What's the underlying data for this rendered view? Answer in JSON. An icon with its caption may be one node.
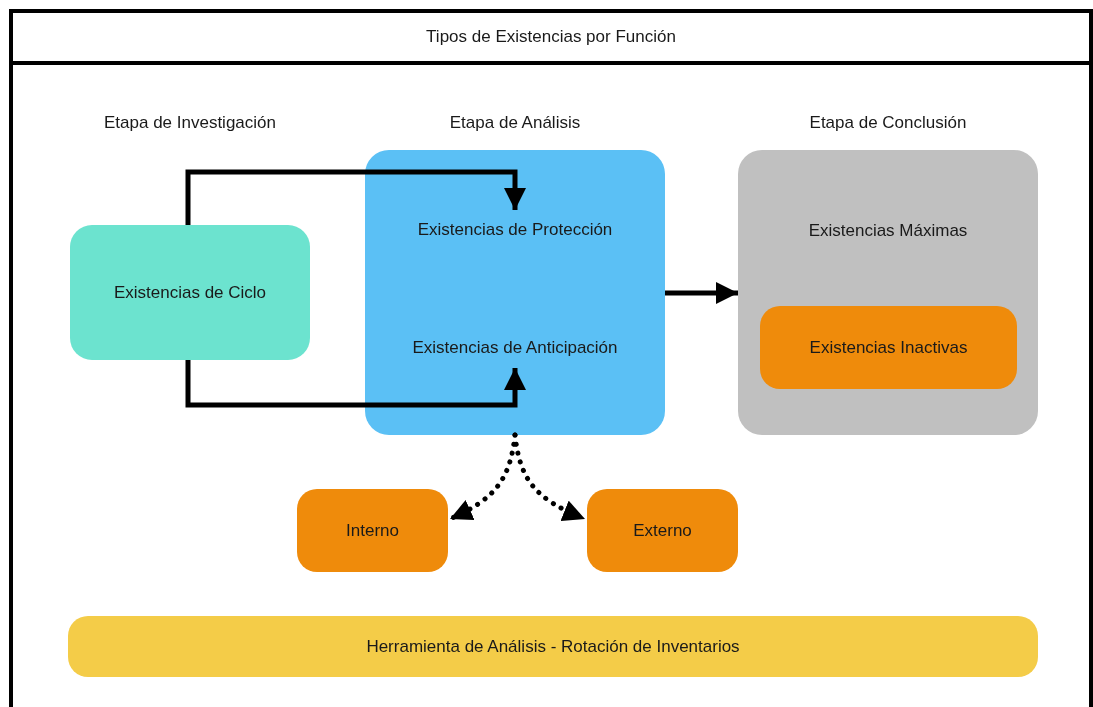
{
  "diagram": {
    "title": "Tipos de Existencias por Función",
    "nodes": [
      {
        "text": [
          "Existencias de Ciclo"
        ]
      },
      {
        "text": [],
        "shape": "box"
      },
      {
        "text": [
          "Existencias de Protección"
        ],
        "in": 1
      },
      {
        "text": [
          "Existencias de Anticipación"
        ],
        "in": 1
      },
      {
        "text": [
          "Existencias Máximas"
        ]
      },
      {
        "text": [
          "Existencias Inactivas"
        ],
        "in": 4
      },
      {
        "text": [
          "Interno"
        ]
      },
      {
        "text": [
          "Externo"
        ]
      },
      {
        "text": [
          "Herramienta de Análisis - Rotación de Inventarios"
        ]
      }
    ],
    "edges": [
      {
        "from": 0,
        "to": 2,
        "arrow": "to"
      },
      {
        "from": 0,
        "to": 3,
        "arrow": "to"
      },
      {
        "from": 1,
        "to": 4,
        "arrow": "to"
      },
      {
        "from": 1,
        "to": 6,
        "arrow": "to",
        "style": "dashed"
      },
      {
        "from": 1,
        "to": 7,
        "arrow": "to",
        "style": "dashed"
      }
    ],
    "labels": [
      "Etapa de Investigación",
      "Etapa de Análisis",
      "Etapa de Conclusión"
    ]
  }
}
